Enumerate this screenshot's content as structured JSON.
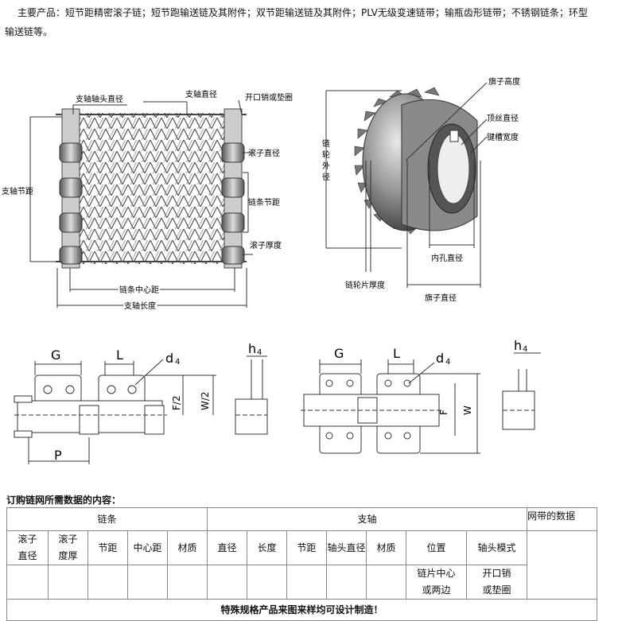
{
  "intro": {
    "line1": "主要产品：短节距精密滚子链；短节跑输送链及其附件；双节距输送链及其附件；PLV无级变速链带；输瓶齿形链带；不锈钢链条；环型",
    "line2": "输送链等。"
  },
  "figure_mesh": {
    "labels": {
      "shaft_end_diameter": "支轴轴头直径",
      "shaft_diameter": "支轴直径",
      "cotter_or_washer": "开口销或垫圈",
      "roller_diameter": "滚子直径",
      "shaft_pitch": "支轴节距",
      "chain_pitch": "链条节距",
      "roller_thickness": "滚子厚度",
      "chain_center_distance": "链条中心距",
      "shaft_length": "支轴长度"
    }
  },
  "figure_sprocket": {
    "labels": {
      "flag_height": "旗子高度",
      "thread_top_diameter": "顶丝直径",
      "keyway_width": "键槽宽度",
      "sprocket_outer_diameter": [
        "链",
        "轮",
        "外",
        "径"
      ],
      "bore_diameter": "内孔直径",
      "sprocket_thickness": "链轮片厚度",
      "flag_diameter": "旗子直径"
    }
  },
  "figure_attachments": {
    "left": {
      "G": "G",
      "L": "L",
      "d": "d",
      "d_sub": "4",
      "P": "P",
      "F2": "F/2",
      "W2": "W/2",
      "h": "h",
      "h_sub": "4"
    },
    "right": {
      "G": "G",
      "L": "L",
      "d": "d",
      "d_sub": "4",
      "F": "F",
      "W": "W",
      "h": "h",
      "h_sub": "4"
    }
  },
  "order": {
    "title": "订购链网所需数据的内容：",
    "groups": {
      "chain": "链条",
      "shaft": "支轴",
      "belt": "网带的数据"
    },
    "columns": {
      "roller_diameter": [
        "滚子",
        "直径"
      ],
      "roller_thickness": [
        "滚子",
        "度厚"
      ],
      "chain_pitch": "节距",
      "center_distance": "中心距",
      "chain_material": "材质",
      "shaft_diameter": "直径",
      "shaft_length": "长度",
      "shaft_pitch": "节距",
      "shaft_end_diameter": "轴头直径",
      "shaft_material": "材质",
      "position": "位置",
      "shaft_end_mode": "轴头模式"
    },
    "values": {
      "position": [
        "链片中心",
        "或两边"
      ],
      "shaft_end_mode": [
        "开口销",
        "或垫圈"
      ]
    },
    "footer": "特殊规格产品来图来样均可设计制造！"
  }
}
